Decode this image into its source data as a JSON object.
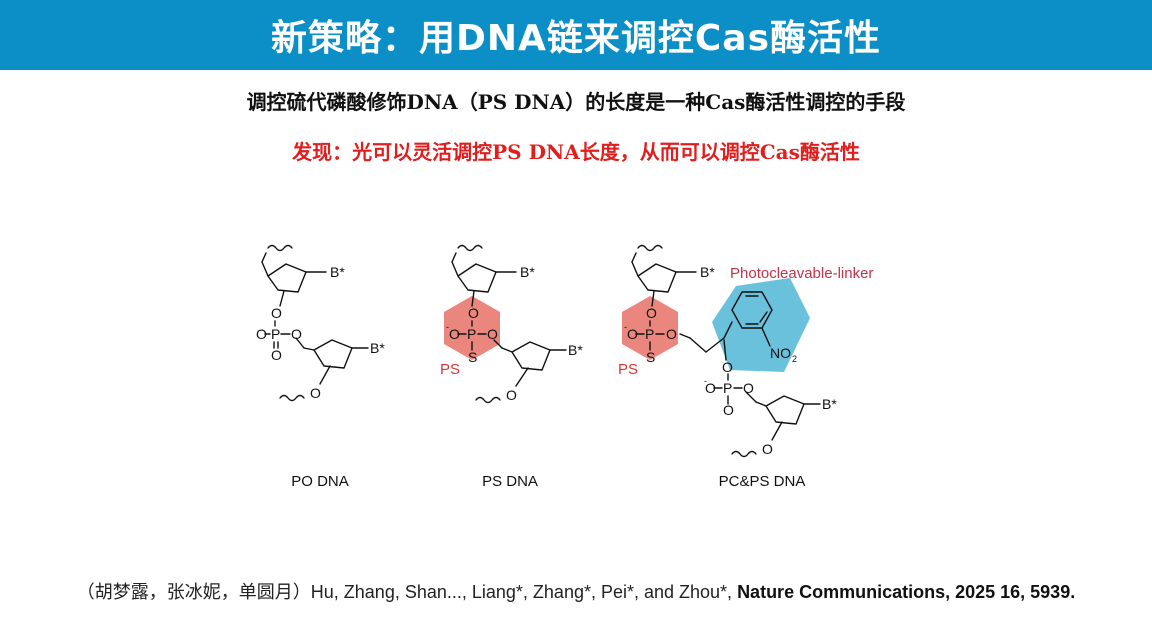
{
  "slide": {
    "title": "新策略：用DNA链来调控Cas酶活性",
    "subtitle": "调控硫代磷酸修饰DNA（PS DNA）的长度是一种Cas酶活性调控的手段",
    "finding": "发现：光可以灵活调控PS DNA长度，从而可以调控Cas酶活性"
  },
  "figure": {
    "panels": [
      {
        "caption": "PO DNA"
      },
      {
        "caption": "PS DNA",
        "highlight_label": "PS"
      },
      {
        "caption": "PC&PS DNA",
        "highlight_label": "PS",
        "linker_label": "Photocleavable-linker"
      }
    ],
    "atoms": {
      "base": "B*",
      "oxygen": "O",
      "phosphorus": "P",
      "sulfur": "S",
      "nitro": "NO",
      "nitro_sub": "2",
      "minus": "-"
    },
    "colors": {
      "title_bg": "#0b8fc6",
      "ps_highlight": "#e8796f",
      "linker_highlight": "#4fb6d6",
      "linker_text": "#c2334a",
      "finding_text": "#e01e1e"
    }
  },
  "citation": {
    "authors": "（胡梦露，张冰妮，单圆月）Hu, Zhang, Shan..., Liang*, Zhang*, Pei*, and Zhou*, ",
    "journal": "Nature Communications, 2025 16, 5939."
  }
}
